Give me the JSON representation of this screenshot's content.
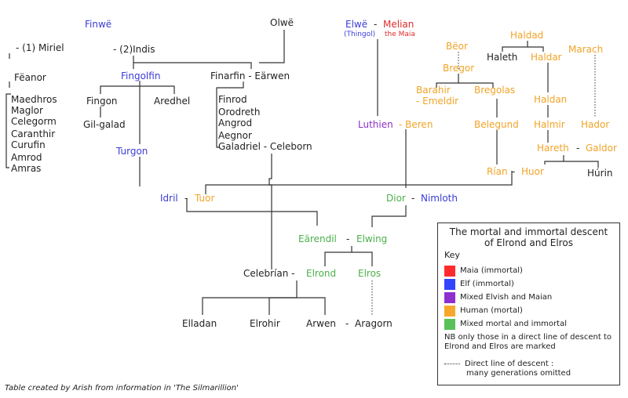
{
  "people": {
    "finwe": "Finwë",
    "miriel": "- (1) Miriel",
    "indis": "- (2)Indis",
    "feanor": "Fëanor",
    "maedhros": "Maedhros",
    "maglor": "Maglor",
    "celegorm": "Celegorm",
    "caranthir": "Caranthir",
    "curufin": "Curufin",
    "amrod": "Amrod",
    "amras": "Amras",
    "fingolfin": "Fingolfin",
    "fingon": "Fingon",
    "aredhel": "Aredhel",
    "gil_galad": "Gil-galad",
    "turgon": "Turgon",
    "olwe": "Olwë",
    "finarfin_earwen": "Finarfin - Eärwen",
    "finrod": "Finrod",
    "orodreth": "Orodreth",
    "angrod": "Angrod",
    "aegnor": "Aegnor",
    "galadriel": "Galadriel - Celeborn",
    "elwe": "Elwë",
    "dash": "-",
    "thingol": "(Thingol)",
    "melian": "Melian",
    "the_maia": "the Maia",
    "luthien": "Luthien",
    "beren": "- Beren",
    "idril": "Idril",
    "tuor": "Tuor",
    "dior": "Dior",
    "nimloth": "Nimloth",
    "earendil": "Eärendil",
    "elwing": "Elwing",
    "celebrian": "Celebrían -",
    "elrond": "Elrond",
    "elros": "Elros",
    "elladan": "Elladan",
    "elrohir": "Elrohir",
    "arwen": "Arwen",
    "aragorn": "Aragorn",
    "beor": "Bëor",
    "bregor": "Bregor",
    "barahir": "Barahir",
    "emeldir": "- Emeldir",
    "bregolas": "Bregolas",
    "belegund": "Belegund",
    "rian": "Rían",
    "huor": "Huor",
    "haldad": "Haldad",
    "haleth": "Haleth",
    "haldar": "Haldar",
    "marach": "Marach",
    "haldan": "Haldan",
    "halmir": "Halmir",
    "hador": "Hador",
    "hareth": "Hareth",
    "galdor": "Galdor",
    "hurin": "Húrin"
  },
  "key": {
    "title_line1": "The mortal and immortal descent",
    "title_line2": "of Elrond and Elros",
    "label": "Key",
    "items": [
      {
        "color": "#ff2b2b",
        "text": "Maia (immortal)"
      },
      {
        "color": "#3344ff",
        "text": "Elf (immortal)"
      },
      {
        "color": "#8e2fd0",
        "text": "Mixed Elvish and Maian"
      },
      {
        "color": "#f7a82a",
        "text": "Human (mortal)"
      },
      {
        "color": "#58c158",
        "text": "Mixed mortal and immortal"
      }
    ],
    "note": "NB only those in a direct line of descent to Elrond and Elros are marked",
    "dotted_line": "Direct line of descent :",
    "dotted_line2": "many generations omitted"
  },
  "credit": "Table created by Arish from information in 'The Silmarillion'"
}
